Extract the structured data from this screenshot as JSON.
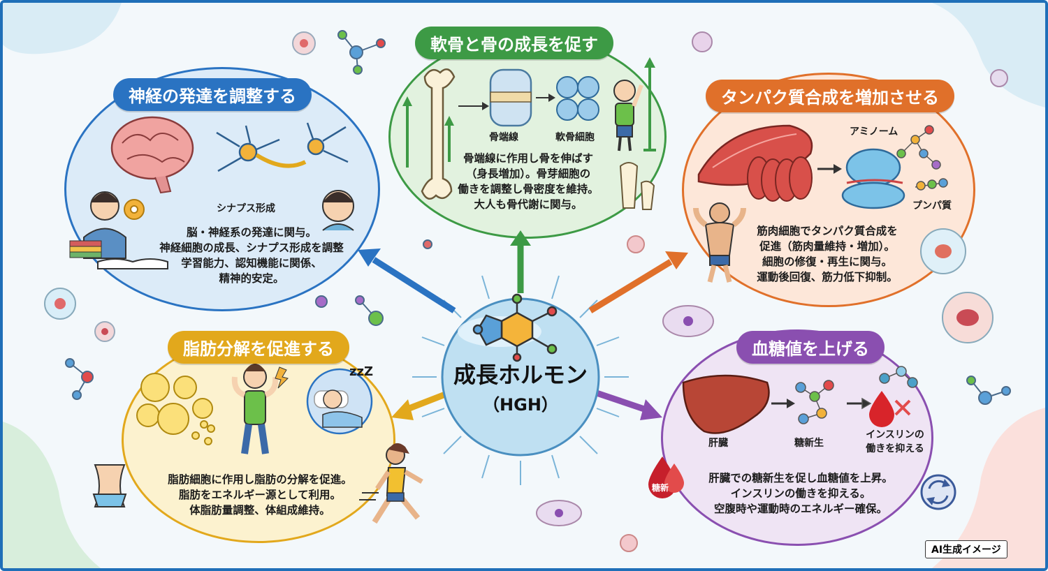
{
  "center": {
    "title": "成長ホルモン",
    "subtitle": "（HGH）"
  },
  "nerve": {
    "heading": "神経の発達を調整する",
    "synapse_label": "シナプス形成",
    "lines": [
      "脳・神経系の発達に関与。",
      "神経細胞の成長、シナプス形成を調整",
      "学習能力、認知機能に関係、",
      "精神的安定。"
    ]
  },
  "bone": {
    "heading": "軟骨と骨の成長を促す",
    "growth_plate_label": "骨端線",
    "chondrocyte_label": "軟骨細胞",
    "lines": [
      "骨端線に作用し骨を伸ばす",
      "（身長増加）。骨芽細胞の",
      "働きを調整し骨密度を維持。",
      "大人も骨代謝に関与。"
    ]
  },
  "protein": {
    "heading": "タンパク質合成を増加させる",
    "amino_label": "アミノーム",
    "protein_label": "プンパ質",
    "lines": [
      "筋肉細胞でタンパク質合成を",
      "促進（筋肉量維持・増加）。",
      "細胞の修復・再生に関与。",
      "運動後回復、筋力低下抑制。"
    ]
  },
  "fat": {
    "heading": "脂肪分解を促進する",
    "sleep_label": "zzZ",
    "lines": [
      "脂肪細胞に作用し脂肪の分解を促進。",
      "脂肪をエネルギー源として利用。",
      "体脂肪量調整、体組成維持。"
    ]
  },
  "glucose": {
    "heading": "血糖値を上げる",
    "liver_label": "肝臓",
    "gluconeo_label": "糖新生",
    "insulin_label_1": "インスリンの",
    "insulin_label_2": "働きを抑える",
    "drop_label": "糖新",
    "lines": [
      "肝臓での糖新生を促し血糖値を上昇。",
      "インスリンの働きを抑える。",
      "空腹時や運動時のエネルギー確保。"
    ]
  },
  "badge": "AI生成イメージ",
  "colors": {
    "nerve": "#2a73c2",
    "bone": "#3d9a45",
    "protein": "#e0702a",
    "fat": "#e2a81c",
    "glucose": "#8a4fb0",
    "frame": "#1f6fb8"
  }
}
